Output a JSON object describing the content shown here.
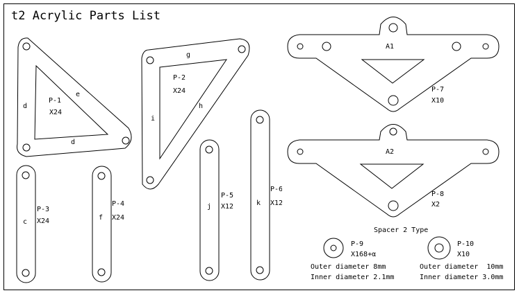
{
  "title": "t2 Acrylic Parts List",
  "parts": {
    "p1": {
      "name": "P-1",
      "qty": "X24",
      "edge_left": "d",
      "edge_diag": "e",
      "edge_bottom": "d"
    },
    "p2": {
      "name": "P-2",
      "qty": "X24",
      "edge_top": "g",
      "edge_diag": "h",
      "edge_left": "i"
    },
    "p3": {
      "name": "P-3",
      "qty": "X24",
      "edge": "c"
    },
    "p4": {
      "name": "P-4",
      "qty": "X24",
      "edge": "f"
    },
    "p5": {
      "name": "P-5",
      "qty": "X12",
      "edge": "j"
    },
    "p6": {
      "name": "P-6",
      "qty": "X12",
      "edge": "k"
    },
    "p7": {
      "name": "P-7",
      "qty": "X10",
      "tag": "A1"
    },
    "p8": {
      "name": "P-8",
      "qty": "X2",
      "tag": "A2"
    },
    "p9": {
      "name": "P-9",
      "qty": "X168+α",
      "outer": "Outer diameter 8mm",
      "inner": "Inner diameter 2.1mm"
    },
    "p10": {
      "name": "P-10",
      "qty": "X10",
      "outer": "Outer diameter  10mm",
      "inner": "Inner diameter 3.0mm"
    }
  },
  "spacer_heading": "Spacer 2 Type"
}
